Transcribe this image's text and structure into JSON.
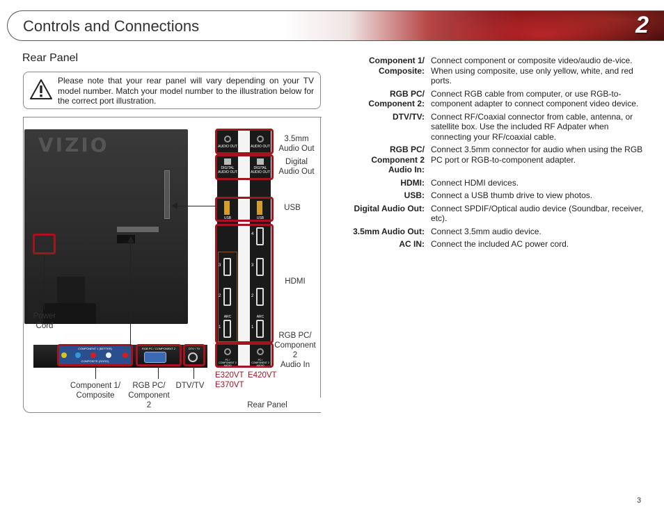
{
  "header": {
    "title": "Controls and Connections",
    "chapter": "2"
  },
  "section_title": "Rear Panel",
  "note": "Please note that your rear panel will vary depending on your TV model number. Match your model number to the illustration below for the correct port illustration.",
  "tv_logo": "VIZIO",
  "callouts": {
    "audio_out": "3.5mm\nAudio Out",
    "digital_audio_out": "Digital\nAudio Out",
    "usb": "USB",
    "hdmi": "HDMI",
    "rgb_audio": "RGB PC/\nComponent 2\nAudio In",
    "power_cord": "Power\nCord",
    "component": "Component 1/\nComposite",
    "rgb": "RGB PC/\nComponent 2",
    "dtv": "DTV/TV",
    "model_left": "E320VT\nE370VT",
    "model_right": "E420VT",
    "caption": "Rear Panel"
  },
  "port_text": {
    "audio_out": "AUDIO OUT",
    "digital": "DIGITAL AUDIO OUT",
    "usb": "USB",
    "arc": "ARC",
    "rgb_audio": "PC / COMPONENT 2 AUDIO",
    "component_header": "COMPONENT 1 (BETTER)",
    "composite_footer": "COMPOSITE (GOOD)",
    "rgb_header": "RGB PC / COMPONENT 2",
    "dtv_header": "DTV / TV",
    "hdmi_left": [
      "3",
      "2",
      "1"
    ],
    "hdmi_right": [
      "4",
      "3",
      "2",
      "1"
    ]
  },
  "specs": [
    {
      "term": "Component 1/ Composite:",
      "desc": "Connect component or composite video/audio de-vice. When using composite, use only yellow, white, and red ports."
    },
    {
      "term": "RGB PC/ Component 2:",
      "desc": "Connect RGB cable from computer, or use RGB-to-component adapter to connect component video device."
    },
    {
      "term": "DTV/TV:",
      "desc": "Connect RF/Coaxial connector from cable, antenna, or satellite box. Use the included RF Adpater when connecting your RF/coaxial cable."
    },
    {
      "term": "RGB PC/ Component 2 Audio In:",
      "desc": "Connect 3.5mm connector for audio when using the RGB PC port or RGB-to-component adapter."
    },
    {
      "term": "HDMI:",
      "desc": "Connect HDMI devices."
    },
    {
      "term": "USB:",
      "desc": "Connect a USB thumb drive to view photos."
    },
    {
      "term": "Digital Audio Out:",
      "desc": "Connect SPDIF/Optical audio device (Soundbar, receiver, etc)."
    },
    {
      "term": "3.5mm Audio Out:",
      "desc": "Connect 3.5mm audio device."
    },
    {
      "term": "AC IN:",
      "desc": "Connect the included AC power cord."
    }
  ],
  "page_number": "3",
  "colors": {
    "accent": "#a3141e",
    "header_dark": "#3a0507"
  }
}
